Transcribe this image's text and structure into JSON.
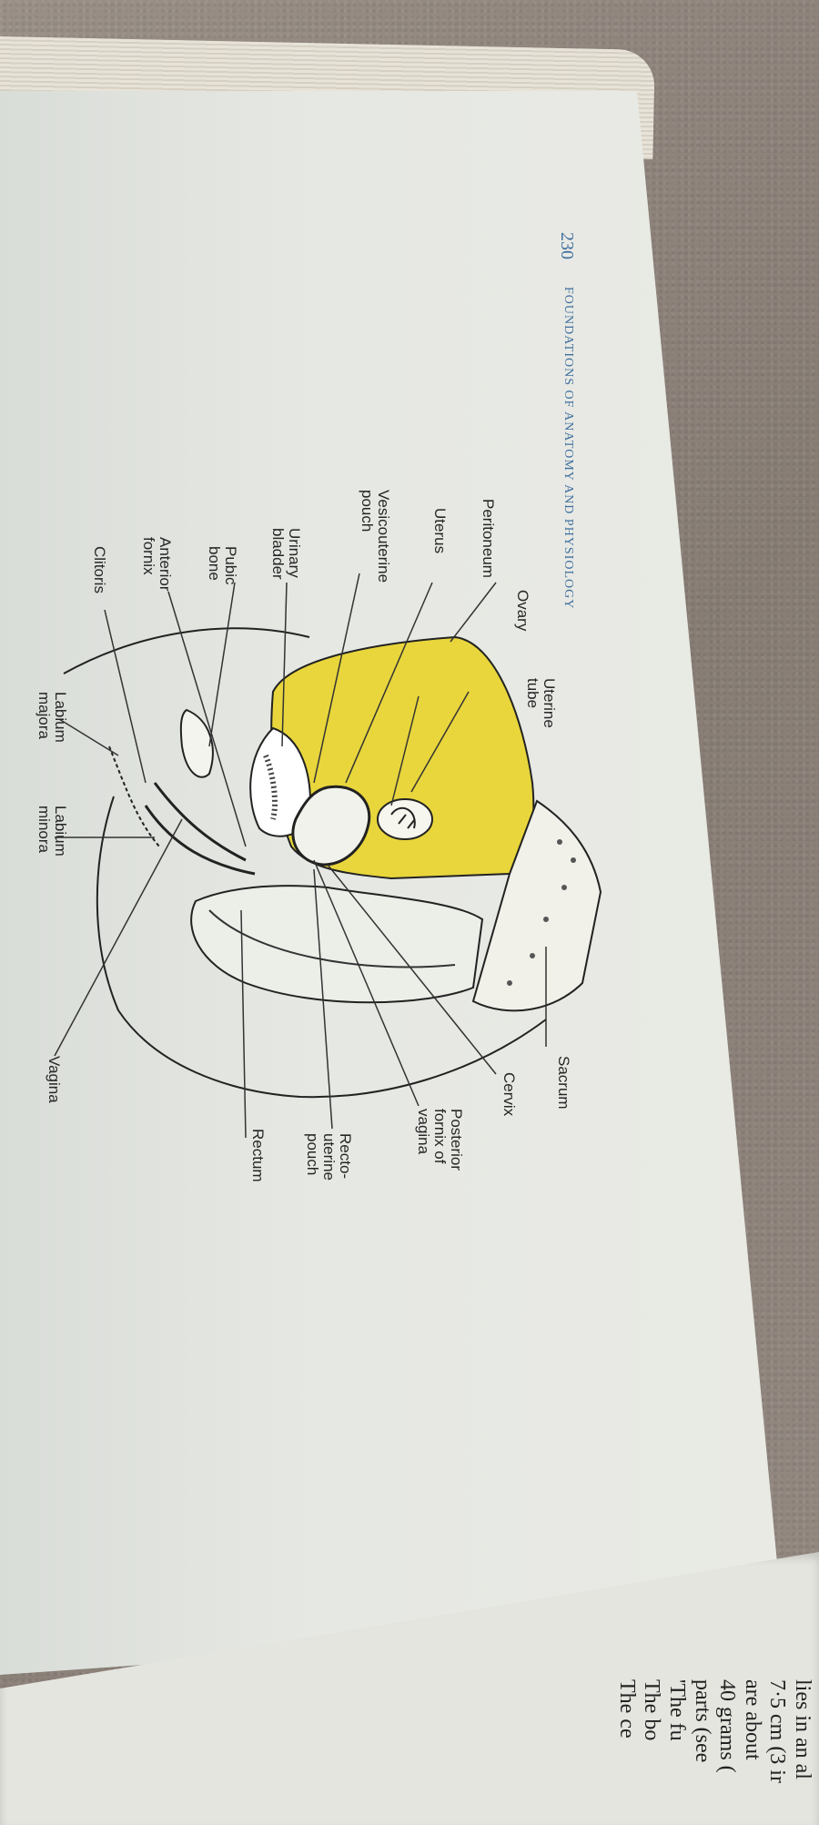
{
  "page": {
    "page_number": "230",
    "running_head": "FOUNDATIONS OF ANATOMY AND PHYSIOLOGY"
  },
  "labels": {
    "uterine_tube": "Uterine\ntube",
    "ovary": "Ovary",
    "peritoneum": "Peritoneum",
    "uterus": "Uterus",
    "vesicouterine_pouch": "Vesicouterine\npouch",
    "urinary_bladder": "Urinary\nbladder",
    "pubic_bone": "Pubic\nbone",
    "anterior_fornix": "Anterior\nfornix",
    "clitoris": "Clitoris",
    "labium_majora": "Labium\nmajora",
    "labium_minora": "Labium\nminora",
    "sacrum": "Sacrum",
    "cervix": "Cervix",
    "posterior_fornix": "Posterior\nfornix of\nvagina",
    "recto_uterine_pouch": "Recto-\nuterine\npouch",
    "rectum": "Rectum",
    "vagina": "Vagina"
  },
  "next_page_lines": [
    "lies in an al",
    "7·5 cm (3 ir",
    "are about",
    "40 grams (",
    "parts (see",
    "'The fu",
    "The bo",
    "The ce"
  ],
  "colors": {
    "highlight": "#e8d63c",
    "ink": "#262626",
    "heading_blue": "#3f6f9e"
  }
}
